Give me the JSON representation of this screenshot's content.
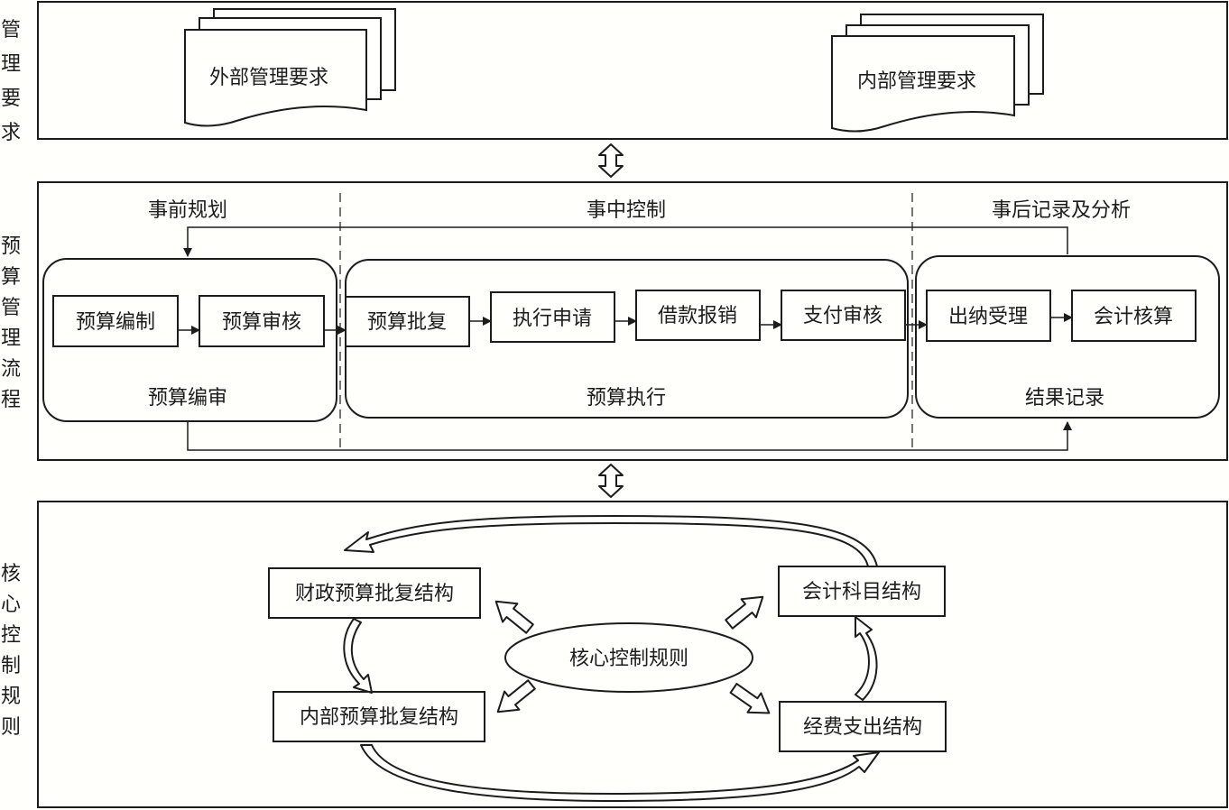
{
  "colors": {
    "background": "#fffffc",
    "stroke": "#1c1c1c"
  },
  "sections": {
    "management": {
      "side_label": [
        "管",
        "理",
        "要",
        "求"
      ],
      "external_doc": "外部管理要求",
      "internal_doc": "内部管理要求"
    },
    "process": {
      "side_label": [
        "预",
        "算",
        "管",
        "理",
        "流",
        "程"
      ],
      "phases": {
        "before": "事前规划",
        "during": "事中控制",
        "after": "事后记录及分析"
      },
      "groups": {
        "compile": {
          "label": "预算编审",
          "steps": [
            "预算编制",
            "预算审核"
          ]
        },
        "execute": {
          "label": "预算执行",
          "steps": [
            "预算批复",
            "执行申请",
            "借款报销",
            "支付审核"
          ]
        },
        "record": {
          "label": "结果记录",
          "steps": [
            "出纳受理",
            "会计核算"
          ]
        }
      }
    },
    "core": {
      "side_label": [
        "核",
        "心",
        "控",
        "制",
        "规",
        "则"
      ],
      "center": "核心控制规则",
      "boxes": {
        "fiscal_approval": "财政预算批复结构",
        "internal_approval": "内部预算批复结构",
        "accounting_subjects": "会计科目结构",
        "expenditure": "经费支出结构"
      }
    }
  }
}
